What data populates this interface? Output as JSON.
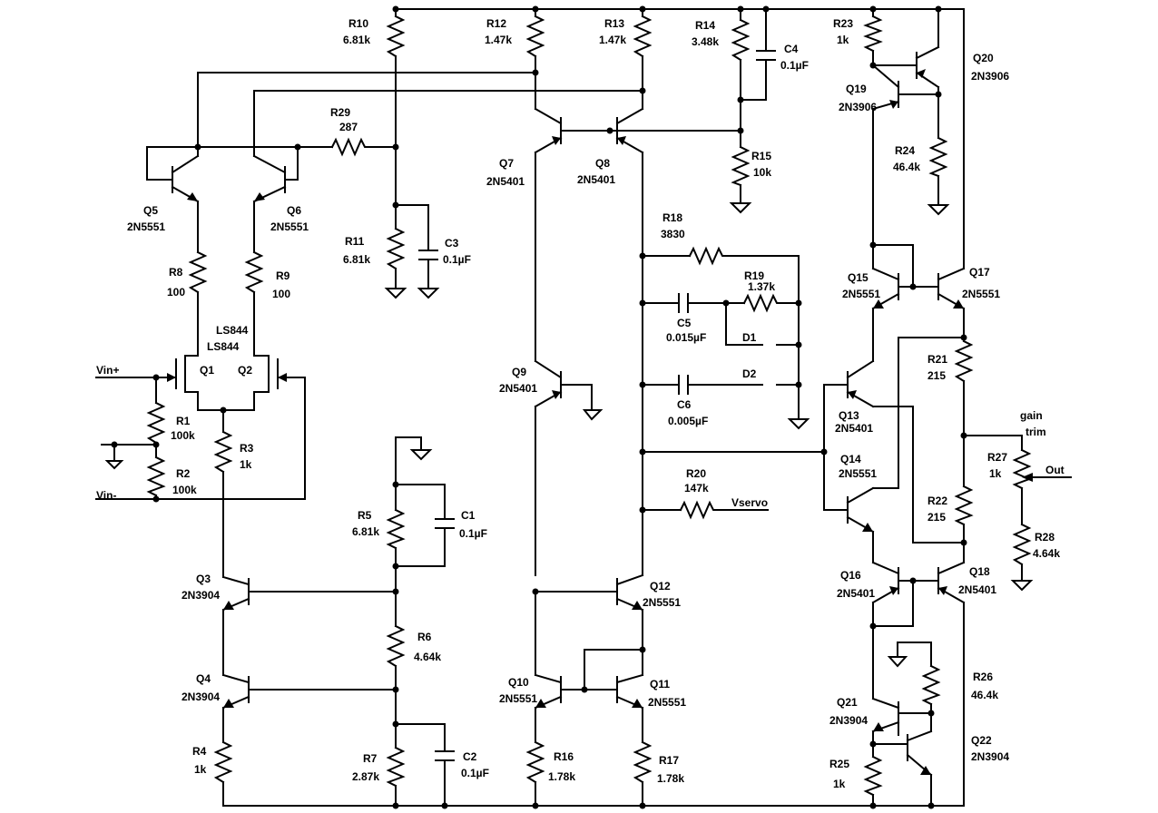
{
  "labels": {
    "R10": "R10",
    "R10_val": "6.81k",
    "R12": "R12",
    "R12_val": "1.47k",
    "R13": "R13",
    "R13_val": "1.47k",
    "R14": "R14",
    "R14_val": "3.48k",
    "C4": "C4",
    "C4_val": "0.1µF",
    "R23": "R23",
    "R23_val": "1k",
    "Q20": "Q20",
    "Q20_type": "2N3906",
    "Q19": "Q19",
    "Q19_type": "2N3906",
    "R29": "R29",
    "R29_val": "287",
    "R24": "R24",
    "R24_val": "46.4k",
    "Q7": "Q7",
    "Q7_type": "2N5401",
    "Q8": "Q8",
    "Q8_type": "2N5401",
    "R15": "R15",
    "R15_val": "10k",
    "Q5": "Q5",
    "Q5_type": "2N5551",
    "Q6": "Q6",
    "Q6_type": "2N5551",
    "R18": "R18",
    "R18_val": "3830",
    "R11": "R11",
    "R11_val": "6.81k",
    "C3": "C3",
    "C3_val": "0.1µF",
    "R8": "R8",
    "R8_val": "100",
    "R9": "R9",
    "R9_val": "100",
    "Q15": "Q15",
    "Q15_type": "2N5551",
    "Q17": "Q17",
    "Q17_type": "2N5551",
    "R19": "R19",
    "R19_val": "1.37k",
    "C5": "C5",
    "C5_val": "0.015µF",
    "D1": "D1",
    "LS844_a": "LS844",
    "LS844_b": "LS844",
    "R21": "R21",
    "R21_val": "215",
    "Vin_plus": "Vin+",
    "Q1": "Q1",
    "Q2": "Q2",
    "Q9": "Q9",
    "Q9_type": "2N5401",
    "D2": "D2",
    "Q13": "Q13",
    "Q13_type": "2N5401",
    "C6": "C6",
    "C6_val": "0.005µF",
    "gain": "gain",
    "trim": "trim",
    "R1": "R1",
    "R1_val": "100k",
    "R3": "R3",
    "R3_val": "1k",
    "Q14": "Q14",
    "Q14_type": "2N5551",
    "R27": "R27",
    "R27_val": "1k",
    "Out": "Out",
    "R2": "R2",
    "R2_val": "100k",
    "R20": "R20",
    "R20_val": "147k",
    "Vservo": "Vservo",
    "R22": "R22",
    "R22_val": "215",
    "Vin_minus": "Vin-",
    "R5": "R5",
    "R5_val": "6.81k",
    "C1": "C1",
    "C1_val": "0.1µF",
    "R28": "R28",
    "R28_val": "4.64k",
    "Q3": "Q3",
    "Q3_type": "2N3904",
    "Q12": "Q12",
    "Q12_type": "2N5551",
    "Q16": "Q16",
    "Q16_type": "2N5401",
    "Q18": "Q18",
    "Q18_type": "2N5401",
    "R6": "R6",
    "R6_val": "4.64k",
    "R26": "R26",
    "R26_val": "46.4k",
    "Q4": "Q4",
    "Q4_type": "2N3904",
    "Q10": "Q10",
    "Q10_type": "2N5551",
    "Q11": "Q11",
    "Q11_type": "2N5551",
    "Q21": "Q21",
    "Q21_type": "2N3904",
    "Q22": "Q22",
    "Q22_type": "2N3904",
    "R4": "R4",
    "R4_val": "1k",
    "R7": "R7",
    "R7_val": "2.87k",
    "C2": "C2",
    "C2_val": "0.1µF",
    "R16": "R16",
    "R16_val": "1.78k",
    "R17": "R17",
    "R17_val": "1.78k",
    "R25": "R25",
    "R25_val": "1k"
  }
}
